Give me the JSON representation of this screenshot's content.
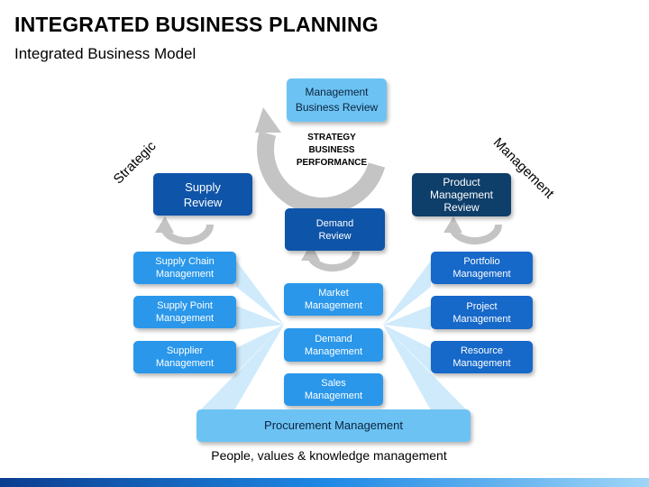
{
  "header": {
    "title": "INTEGRATED BUSINESS PLANNING",
    "subtitle": "Integrated Business Model"
  },
  "diagram": {
    "top_box": "Management\nBusiness Review",
    "center_label": "STRATEGY\nBUSINESS\nPERFORMANCE",
    "strategic_label": "Strategic",
    "management_label": "Management",
    "left": {
      "head": "Supply\nReview",
      "items": [
        "Supply Chain\nManagement",
        "Supply Point\nManagement",
        "Supplier\nManagement"
      ]
    },
    "center": {
      "head": "Demand\nReview",
      "items": [
        "Market\nManagement",
        "Demand\nManagement",
        "Sales\nManagement"
      ]
    },
    "right": {
      "head": "Product\nManagement\nReview",
      "items": [
        "Portfolio\nManagement",
        "Project\nManagement",
        "Resource\nManagement"
      ]
    },
    "base": "Procurement Management",
    "footer": "People, values & knowledge management"
  },
  "colors": {
    "light_blue": "#6cc3f3",
    "sky_blue": "#2a97ea",
    "mid_blue": "#1668c9",
    "dark_blue": "#0e54a8",
    "navy": "#0e3e6a",
    "arrow_grey": "#c4c4c4",
    "ray_blue": "#cde9fb"
  }
}
